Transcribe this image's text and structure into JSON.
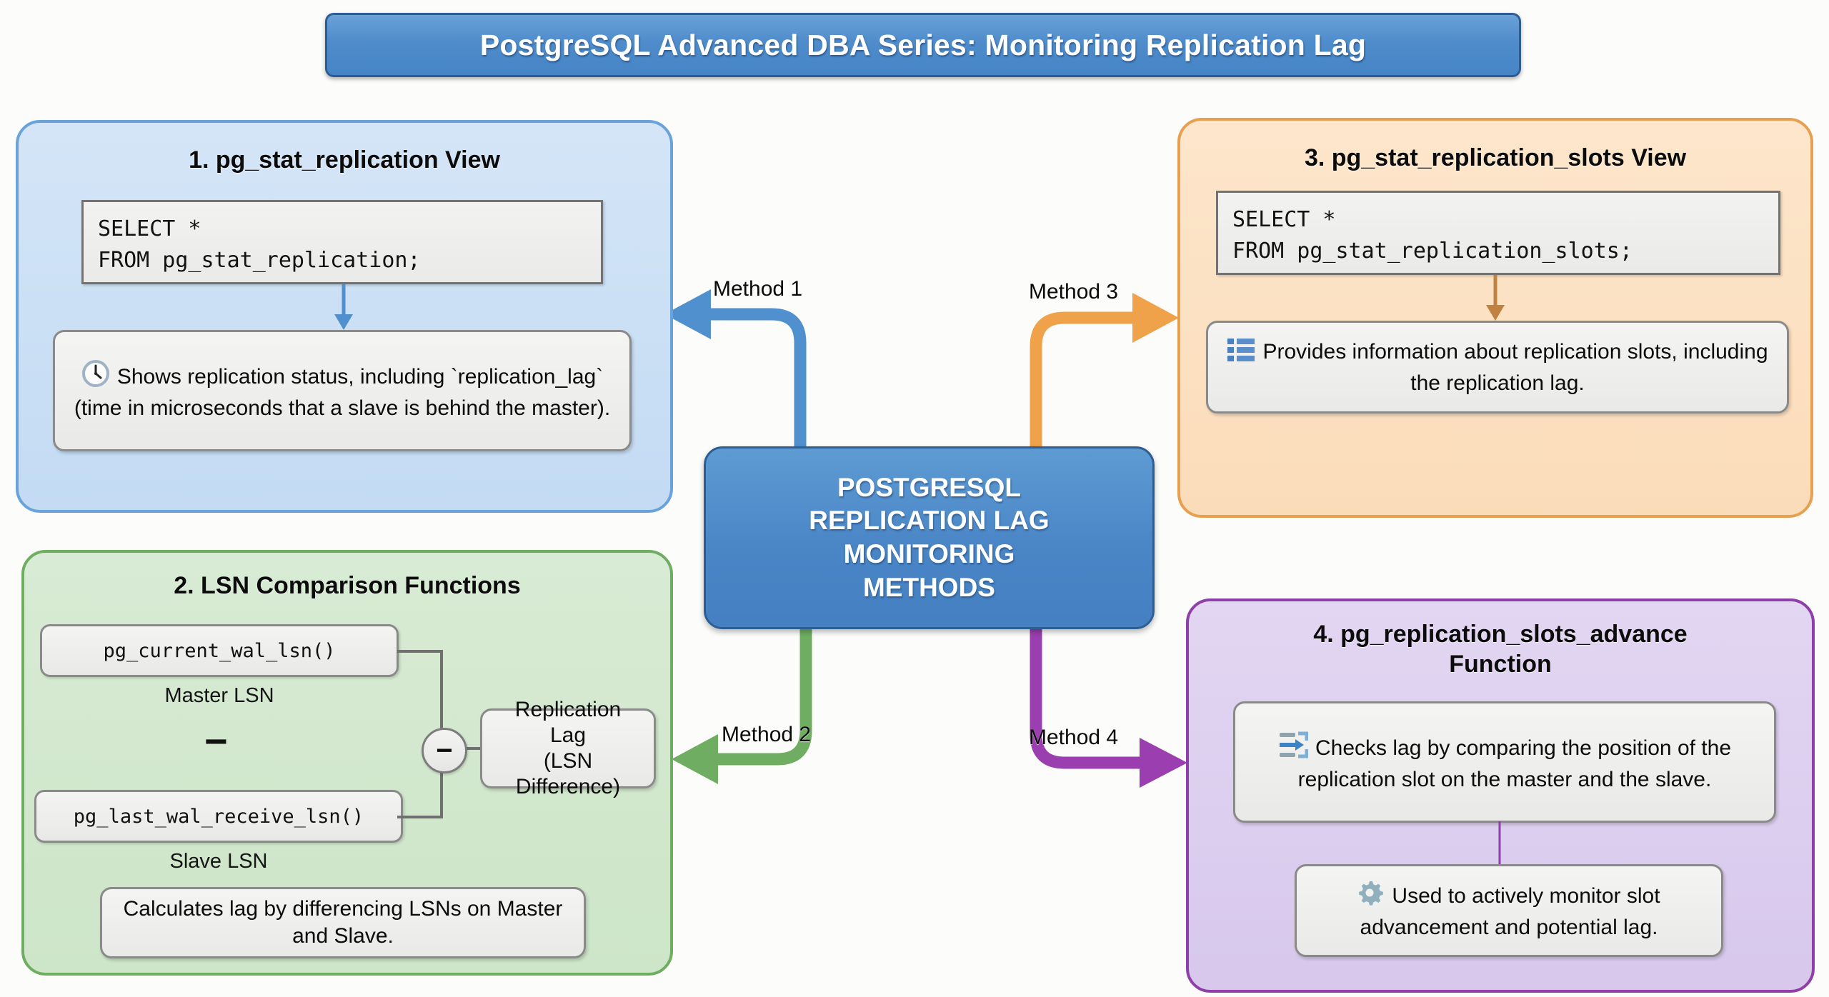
{
  "title": "PostgreSQL Advanced DBA Series: Monitoring Replication Lag",
  "hub": {
    "line1": "POSTGRESQL",
    "line2": "REPLICATION LAG",
    "line3": "MONITORING",
    "line4": "METHODS"
  },
  "connectors": [
    {
      "label": "Method 1",
      "color": "#4a86c6",
      "direction": "left",
      "target": "panel1"
    },
    {
      "label": "Method 2",
      "color": "#6fae62",
      "direction": "left",
      "target": "panel2"
    },
    {
      "label": "Method 3",
      "color": "#efa24a",
      "direction": "right",
      "target": "panel3"
    },
    {
      "label": "Method 4",
      "color": "#9b3fb0",
      "direction": "right",
      "target": "panel4"
    }
  ],
  "panels": {
    "p1": {
      "title": "1. pg_stat_replication View",
      "code": "SELECT *\nFROM pg_stat_replication;",
      "note_icon": "clock-icon",
      "note": "Shows replication status, including `replication_lag` (time in microseconds that a slave is behind the master).",
      "accent": "#6aa3da",
      "fill": "#c9dff5"
    },
    "p2": {
      "title": "2. LSN Comparison Functions",
      "master_fn": "pg_current_wal_lsn()",
      "master_caption": "Master LSN",
      "operator": "−",
      "slave_fn": "pg_last_wal_receive_lsn()",
      "slave_caption": "Slave LSN",
      "result_line1": "Replication Lag",
      "result_line2": "(LSN Difference)",
      "note": "Calculates lag by differencing LSNs on Master and Slave.",
      "accent": "#6fae62",
      "fill": "#d2e8cd"
    },
    "p3": {
      "title": "3. pg_stat_replication_slots View",
      "code": "SELECT *\nFROM pg_stat_replication_slots;",
      "note_icon": "list-icon",
      "note": "Provides information about replication slots, including the replication lag.",
      "accent": "#e6a050",
      "fill": "#fce0c2"
    },
    "p4": {
      "title_line1": "4. pg_replication_slots_advance",
      "title_line2": "Function",
      "note1_icon": "transfer-arrows-icon",
      "note1": "Checks lag by comparing the position of the replication slot on the master and the slave.",
      "note2_icon": "gear-icon",
      "note2": "Used to actively monitor slot advancement and potential lag.",
      "accent": "#8e3fa8",
      "fill": "#dccfee"
    }
  }
}
